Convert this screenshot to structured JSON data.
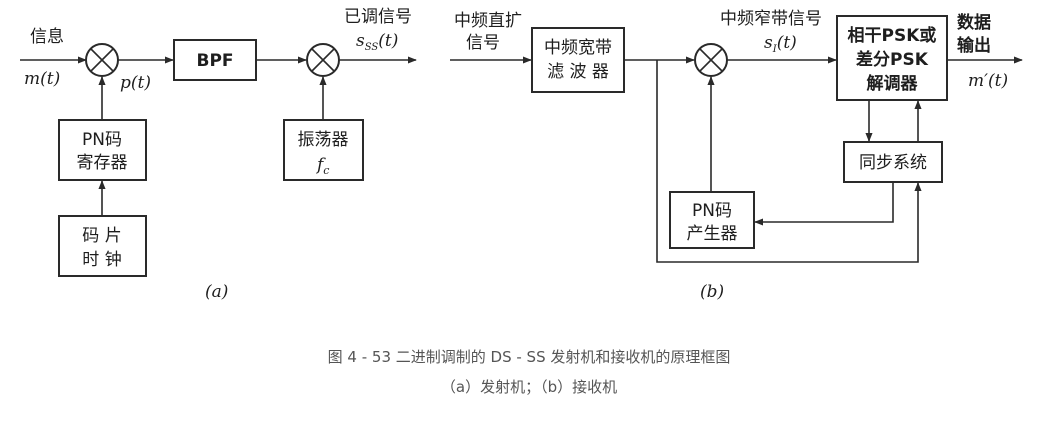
{
  "transmitter": {
    "input_label": "信息",
    "input_signal": "m(t)",
    "spread_signal": "p(t)",
    "bpf_label": "BPF",
    "output_label": "已调信号",
    "output_signal_main": "s",
    "output_signal_sub": "SS",
    "output_signal_tail": "(t)",
    "pn_register_line1": "PN码",
    "pn_register_line2": "寄存器",
    "clock_line1": "码 片",
    "clock_line2": "时 钟",
    "oscillator_line1": "振荡器",
    "oscillator_freq_main": "f",
    "oscillator_freq_sub": "c",
    "subfig_label": "(a)"
  },
  "receiver": {
    "input_line1": "中频直扩",
    "input_line2": "信号",
    "wideband_filter_line1": "中频宽带",
    "wideband_filter_line2": "滤 波 器",
    "narrowband_label": "中频窄带信号",
    "narrowband_signal_main": "s",
    "narrowband_signal_sub": "I",
    "narrowband_signal_tail": "(t)",
    "demod_line1": "相干PSK或",
    "demod_line2": "差分PSK",
    "demod_line3": "解调器",
    "output_line1": "数据",
    "output_line2": "输出",
    "output_signal": "m′(t)",
    "sync_label": "同步系统",
    "pn_gen_line1": "PN码",
    "pn_gen_line2": "产生器",
    "subfig_label": "(b)"
  },
  "caption": {
    "title": "图 4 - 53    二进制调制的 DS - SS 发射机和接收机的原理框图",
    "subtitle": "（a）发射机；（b）接收机"
  }
}
